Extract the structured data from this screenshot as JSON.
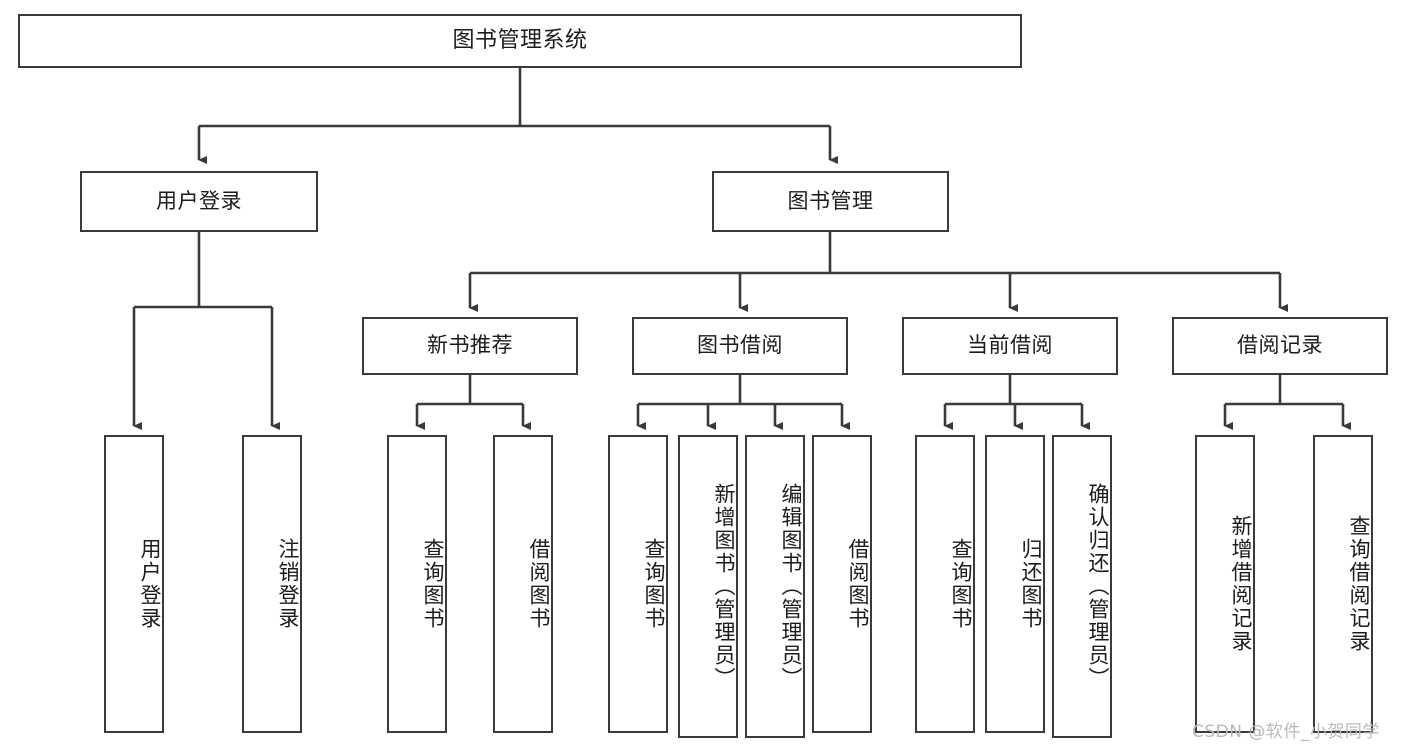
{
  "diagram": {
    "title": "图书管理系统",
    "type": "tree",
    "levels": 4,
    "colors": {
      "box_border": "#3a3a3a",
      "box_fill": "#ffffff",
      "connector": "#3a3a3a",
      "text": "#1c1c1c",
      "watermark": "#b9b9b9",
      "background": "#ffffff"
    },
    "root": {
      "label": "图书管理系统"
    },
    "level2": [
      {
        "label": "用户登录"
      },
      {
        "label": "图书管理"
      }
    ],
    "level3": [
      {
        "label": "新书推荐"
      },
      {
        "label": "图书借阅"
      },
      {
        "label": "当前借阅"
      },
      {
        "label": "借阅记录"
      }
    ],
    "leaves": [
      {
        "label": "用户登录",
        "parent": "用户登录"
      },
      {
        "label": "注销登录",
        "parent": "用户登录"
      },
      {
        "label": "查询图书",
        "parent": "新书推荐"
      },
      {
        "label": "借阅图书",
        "parent": "新书推荐"
      },
      {
        "label": "查询图书",
        "parent": "图书借阅"
      },
      {
        "label": "新增图书（管理员）",
        "parent": "图书借阅"
      },
      {
        "label": "编辑图书（管理员）",
        "parent": "图书借阅"
      },
      {
        "label": "借阅图书",
        "parent": "图书借阅"
      },
      {
        "label": "查询图书",
        "parent": "当前借阅"
      },
      {
        "label": "归还图书",
        "parent": "当前借阅"
      },
      {
        "label": "确认归还（管理员）",
        "parent": "当前借阅"
      },
      {
        "label": "新增借阅记录",
        "parent": "借阅记录"
      },
      {
        "label": "查询借阅记录",
        "parent": "借阅记录"
      }
    ]
  },
  "watermark": {
    "text": "CSDN @软件_小贺同学"
  }
}
